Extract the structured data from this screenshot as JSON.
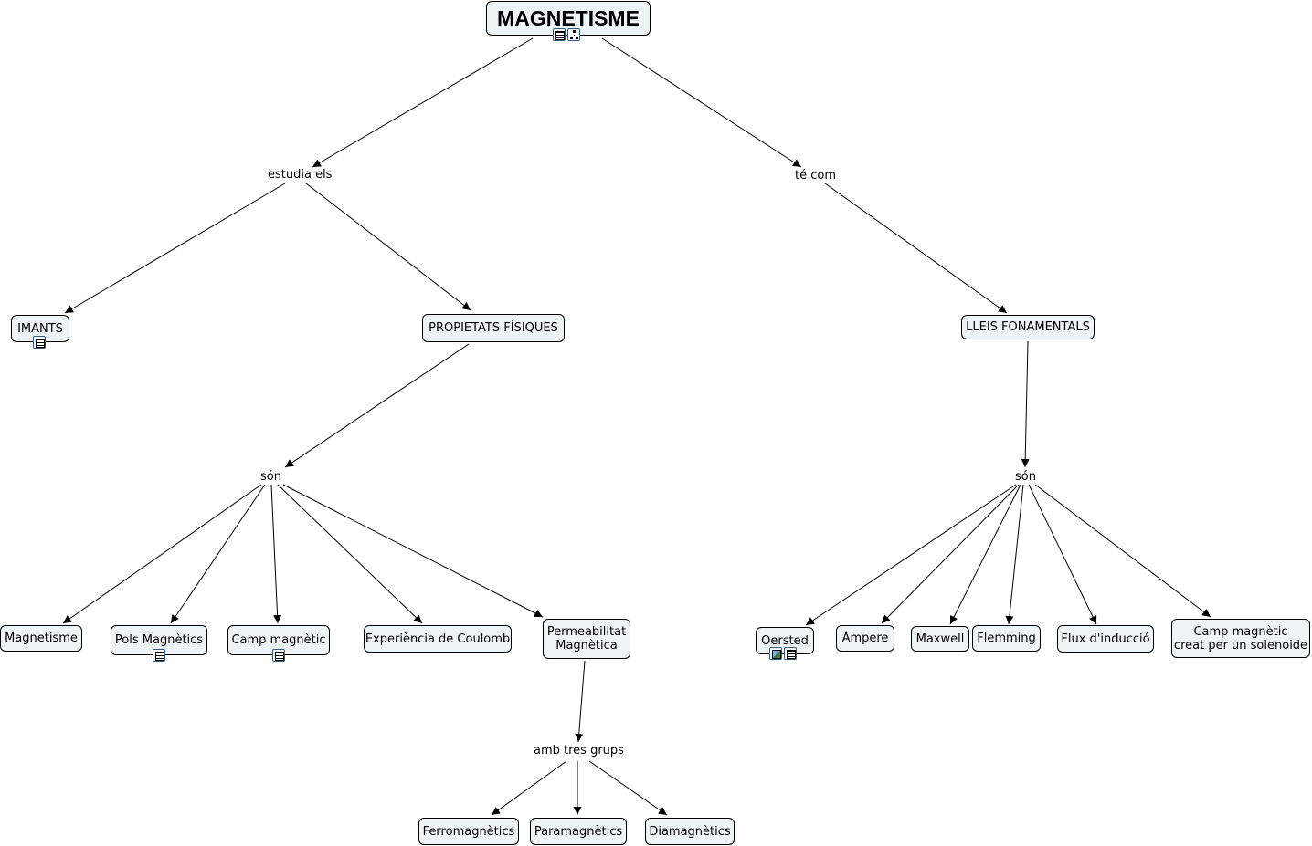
{
  "title": "MAGNETISME",
  "nodes": {
    "magnetisme_root": "MAGNETISME",
    "imants": "IMANTS",
    "propietats": "PROPIETATS FÍSIQUES",
    "lleis": "LLEIS FONAMENTALS",
    "magnetisme": "Magnetisme",
    "pols": "Pols Magnètics",
    "camp": "Camp magnètic",
    "coulomb": "Experiència de Coulomb",
    "permeabilitat": "Permeabilitat\nMagnètica",
    "ferro": "Ferromagnètics",
    "para": "Paramagnètics",
    "dia": "Diamagnètics",
    "oersted": "Oersted",
    "ampere": "Ampere",
    "maxwell": "Maxwell",
    "flemming": "Flemming",
    "flux": "Flux d'inducció",
    "solenoide": "Camp magnètic\ncreat per un solenoide"
  },
  "links": {
    "estudia": "estudia els",
    "te_com": "té com",
    "son_left": "són",
    "son_right": "són",
    "amb_tres": "amb tres grups"
  },
  "icons": {
    "root": [
      "document-icon",
      "concept-map-icon"
    ],
    "imants": [
      "document-icon"
    ],
    "pols": [
      "document-icon"
    ],
    "camp": [
      "document-icon"
    ],
    "oersted": [
      "image-icon",
      "document-icon"
    ]
  }
}
